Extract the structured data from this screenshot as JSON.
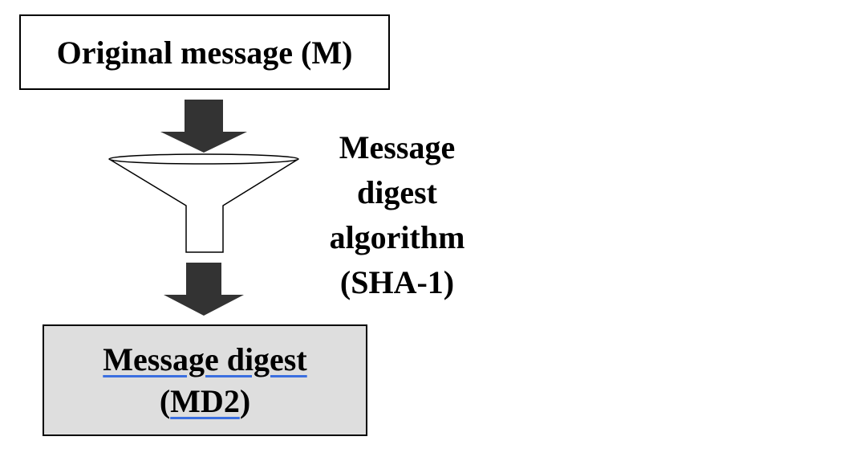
{
  "input": {
    "label": "Original message (M)"
  },
  "algorithm": {
    "lines": [
      "Message",
      "digest",
      "algorithm",
      "(SHA-1)"
    ]
  },
  "output": {
    "line1": "Message digest",
    "line2_open": "(",
    "line2_main": "MD2",
    "line2_close": ")"
  },
  "colors": {
    "arrow_fill": "#333333",
    "output_fill": "#dedede",
    "spellcheck_underline": "#3b6fe0"
  }
}
